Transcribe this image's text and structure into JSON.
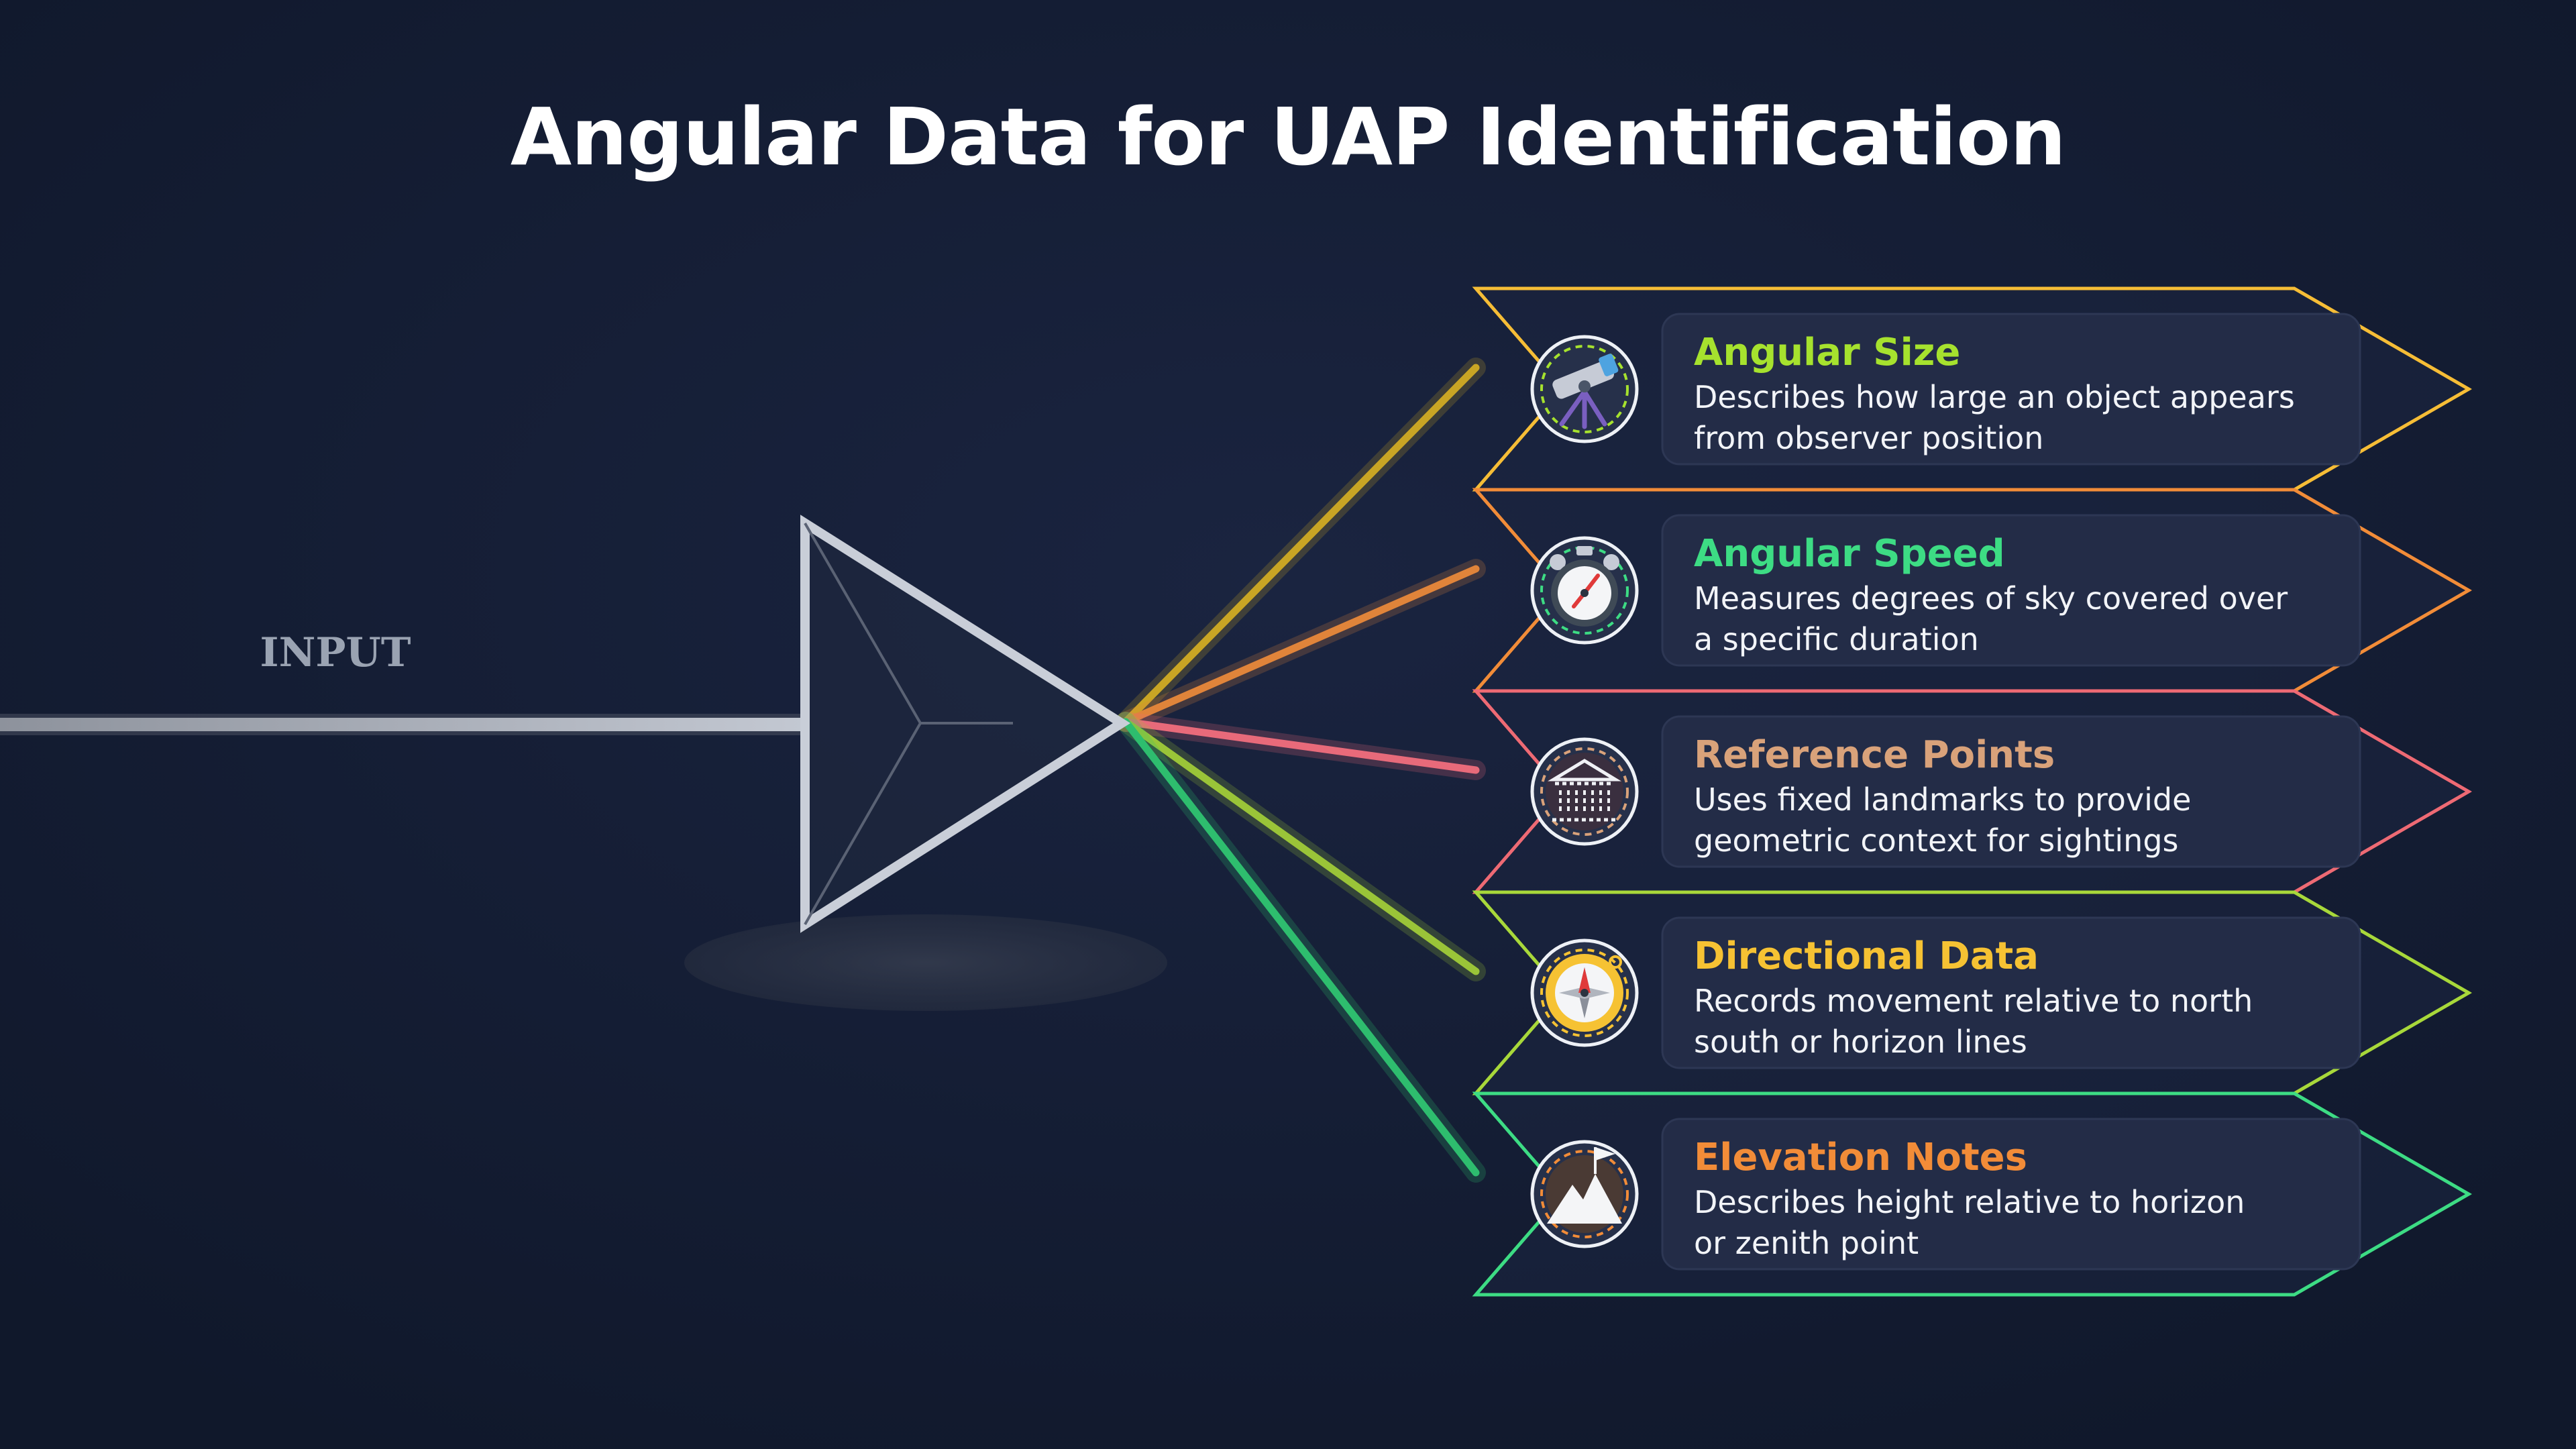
{
  "title": "Angular Data for UAP Identification",
  "input_label": "INPUT",
  "colors": {
    "background": "#141d33",
    "prism": "#c9ced8",
    "beam": "#b9bec8"
  },
  "items": [
    {
      "title": "Angular Size",
      "description_lines": [
        "Describes how large an object appears",
        "from observer position"
      ],
      "title_color": "#a6e22e",
      "outline_color": "#f6bd36",
      "ray_color": "#c9a524",
      "icon": "telescope-icon"
    },
    {
      "title": "Angular Speed",
      "description_lines": [
        "Measures degrees of sky covered over",
        "a specific duration"
      ],
      "title_color": "#3ddc84",
      "outline_color": "#f28c38",
      "ray_color": "#e0843a",
      "icon": "stopwatch-icon"
    },
    {
      "title": "Reference Points",
      "description_lines": [
        "Uses fixed landmarks to provide",
        "geometric context for sightings"
      ],
      "title_color": "#d9a27a",
      "outline_color": "#ee6a74",
      "ray_color": "#e86a7a",
      "icon": "landmark-icon"
    },
    {
      "title": "Directional Data",
      "description_lines": [
        "Records movement relative to north",
        "south or horizon lines"
      ],
      "title_color": "#f6c233",
      "outline_color": "#a8d83a",
      "ray_color": "#9ac438",
      "icon": "compass-icon"
    },
    {
      "title": "Elevation Notes",
      "description_lines": [
        "Describes height relative to horizon",
        "or zenith point"
      ],
      "title_color": "#f28c38",
      "outline_color": "#3ddc84",
      "ray_color": "#2ebd6e",
      "icon": "mountain-flag-icon"
    }
  ]
}
